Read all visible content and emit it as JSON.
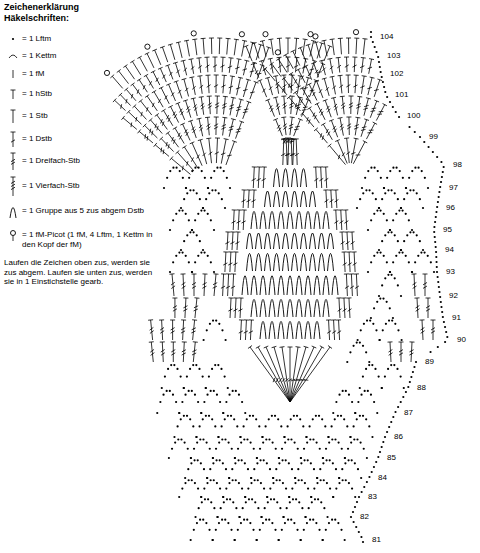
{
  "diagram": {
    "title": "Zeichenerklärung Häkelschriften:",
    "labels": [
      "Laufen die Zeichen oben zus, werden sie zus abgem. Laufen sie unten zus, werden sie in 1 Einstichstelle gearb.",
      "81",
      "82",
      "83",
      "84",
      "85",
      "86",
      "87",
      "88",
      "89",
      "90",
      "91",
      "92",
      "93",
      "94",
      "95",
      "96",
      "97",
      "98",
      "99",
      "100",
      "101",
      "102",
      "103",
      "104"
    ],
    "legend": [
      {
        "text": "= 1 Lftm"
      },
      {
        "text": "= 1 Kettm"
      },
      {
        "text": "= 1 fM"
      },
      {
        "text": "= 1 hStb"
      },
      {
        "text": "= 1 Stb"
      },
      {
        "text": "= 1 Dstb"
      },
      {
        "text": "= 1 Dreifach-Stb"
      },
      {
        "text": "= 1 Vierfach-Stb"
      },
      {
        "text": "= 1 Gruppe aus 5 zus abgem Dstb"
      },
      {
        "text": "= 1 fM-Picot (1 fM, 4 Lftm, 1 Kettm in den Kopf der fM)"
      }
    ]
  }
}
